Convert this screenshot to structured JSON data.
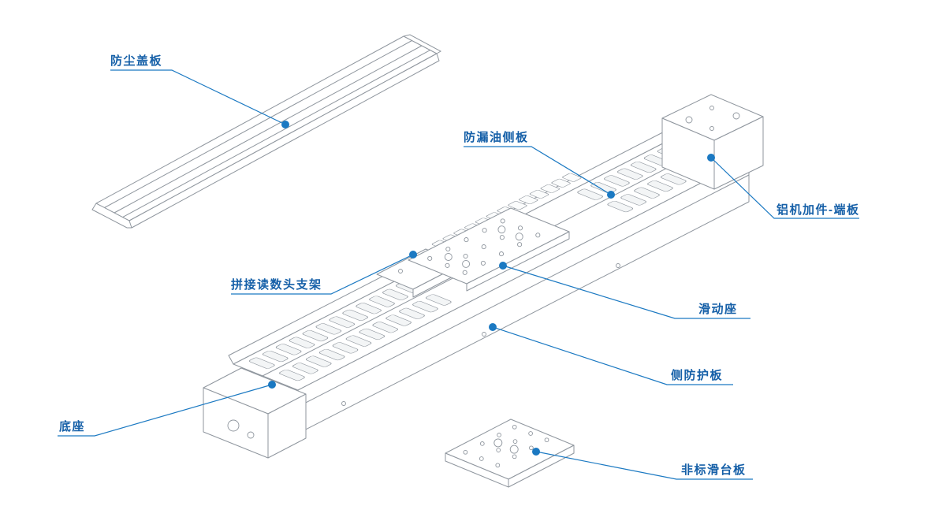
{
  "colors": {
    "accent": "#1b79c2",
    "label_text": "#1660a8",
    "line_art": "#8f969e",
    "background": "#ffffff"
  },
  "labels": [
    {
      "id": "dust-cover",
      "text": "防尘盖板"
    },
    {
      "id": "oil-side-plate",
      "text": "防漏油侧板"
    },
    {
      "id": "end-plate",
      "text": "铝机加件-端板"
    },
    {
      "id": "reader-bracket",
      "text": "拼接读数头支架"
    },
    {
      "id": "slider-seat",
      "text": "滑动座"
    },
    {
      "id": "side-guard",
      "text": "侧防护板"
    },
    {
      "id": "base",
      "text": "底座"
    },
    {
      "id": "custom-slide-plate",
      "text": "非标滑台板"
    }
  ]
}
